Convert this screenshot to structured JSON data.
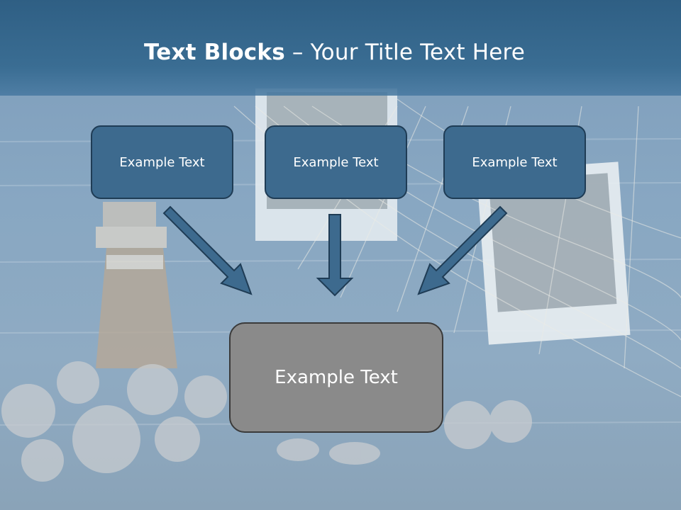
{
  "title": {
    "bold": "Text Blocks",
    "rest": " – Your Title Text Here"
  },
  "blocks": {
    "top": [
      {
        "text": "Example Text"
      },
      {
        "text": "Example Text"
      },
      {
        "text": "Example Text"
      }
    ],
    "bottom": {
      "text": "Example Text"
    }
  },
  "colors": {
    "header": "#2f5f84",
    "top_box_fill": "#3d6a8e",
    "top_box_border": "#1f3c55",
    "bottom_box_fill": "#8a8a8a",
    "arrow_fill": "#3d6a8e"
  }
}
